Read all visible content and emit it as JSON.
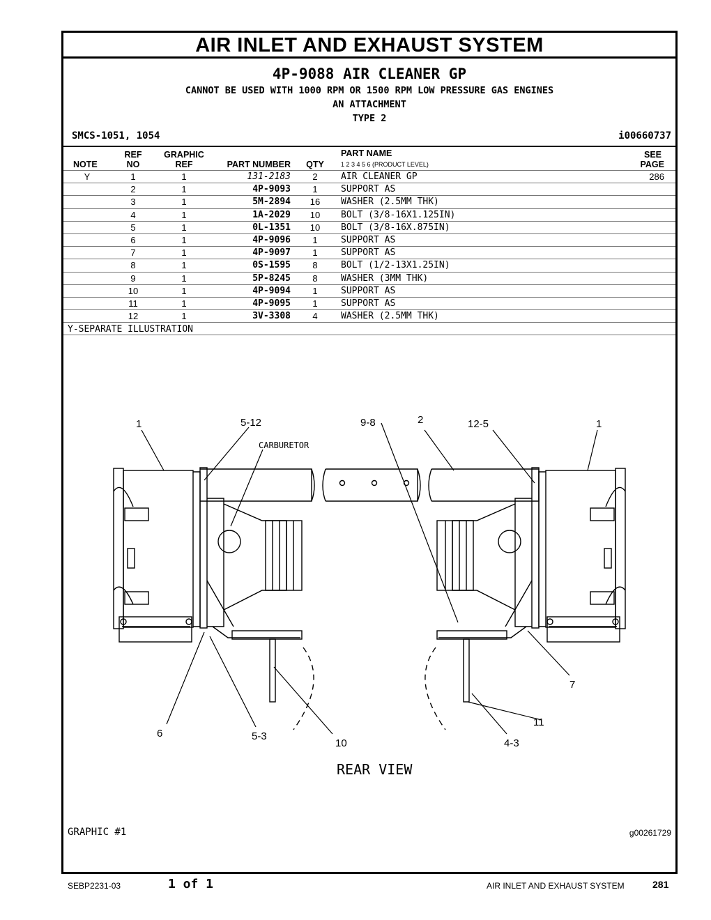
{
  "doc": {
    "system_title": "AIR INLET AND EXHAUST SYSTEM",
    "group_title": "4P-9088 AIR CLEANER GP",
    "restriction": "CANNOT BE USED WITH 1000 RPM OR 1500 RPM LOW PRESSURE GAS ENGINES",
    "attachment": "AN ATTACHMENT",
    "type": "TYPE 2",
    "smcs": "SMCS-1051, 1054",
    "illustration_id": "i00660737"
  },
  "table": {
    "headers": {
      "note": "NOTE",
      "ref_top": "REF",
      "ref_bottom": "NO",
      "graphic_top": "GRAPHIC",
      "graphic_bottom": "REF",
      "part_number": "PART NUMBER",
      "qty": "QTY",
      "part_name": "PART NAME",
      "product_level": "1    2    3    4    5    6   (PRODUCT LEVEL)",
      "see_top": "SEE",
      "see_bottom": "PAGE"
    },
    "rows": [
      {
        "note": "Y",
        "ref": "1",
        "gref": "1",
        "pn": "131-2183",
        "qty": "2",
        "name": "AIR CLEANER GP",
        "see": "286"
      },
      {
        "note": "",
        "ref": "2",
        "gref": "1",
        "pn": "4P-9093",
        "qty": "1",
        "name": "SUPPORT AS",
        "see": ""
      },
      {
        "note": "",
        "ref": "3",
        "gref": "1",
        "pn": "5M-2894",
        "qty": "16",
        "name": "WASHER (2.5MM THK)",
        "see": ""
      },
      {
        "note": "",
        "ref": "4",
        "gref": "1",
        "pn": "1A-2029",
        "qty": "10",
        "name": "BOLT (3/8-16X1.125IN)",
        "see": ""
      },
      {
        "note": "",
        "ref": "5",
        "gref": "1",
        "pn": "0L-1351",
        "qty": "10",
        "name": "BOLT (3/8-16X.875IN)",
        "see": ""
      },
      {
        "note": "",
        "ref": "6",
        "gref": "1",
        "pn": "4P-9096",
        "qty": "1",
        "name": "SUPPORT AS",
        "see": ""
      },
      {
        "note": "",
        "ref": "7",
        "gref": "1",
        "pn": "4P-9097",
        "qty": "1",
        "name": "SUPPORT AS",
        "see": ""
      },
      {
        "note": "",
        "ref": "8",
        "gref": "1",
        "pn": "0S-1595",
        "qty": "8",
        "name": "BOLT (1/2-13X1.25IN)",
        "see": ""
      },
      {
        "note": "",
        "ref": "9",
        "gref": "1",
        "pn": "5P-8245",
        "qty": "8",
        "name": "WASHER (3MM THK)",
        "see": ""
      },
      {
        "note": "",
        "ref": "10",
        "gref": "1",
        "pn": "4P-9094",
        "qty": "1",
        "name": "SUPPORT AS",
        "see": ""
      },
      {
        "note": "",
        "ref": "11",
        "gref": "1",
        "pn": "4P-9095",
        "qty": "1",
        "name": "SUPPORT AS",
        "see": ""
      },
      {
        "note": "",
        "ref": "12",
        "gref": "1",
        "pn": "3V-3308",
        "qty": "4",
        "name": "WASHER (2.5MM THK)",
        "see": ""
      }
    ],
    "footnote": "Y-SEPARATE ILLUSTRATION"
  },
  "illustration": {
    "callouts": {
      "c1_left": "1",
      "c5_12": "5-12",
      "carburetor": "CARBURETOR",
      "c9_8": "9-8",
      "c2": "2",
      "c12_5": "12-5",
      "c1_right": "1",
      "c6": "6",
      "c5_3": "5-3",
      "c10": "10",
      "c4_3": "4-3",
      "c11": "11",
      "c7": "7"
    },
    "view_label": "REAR VIEW",
    "graphic_label": "GRAPHIC #1",
    "graphic_id": "g00261729"
  },
  "footer": {
    "doc_number": "SEBP2231-03",
    "page_of": "1 of 1",
    "section": "AIR INLET AND EXHAUST SYSTEM",
    "page_number": "281"
  }
}
